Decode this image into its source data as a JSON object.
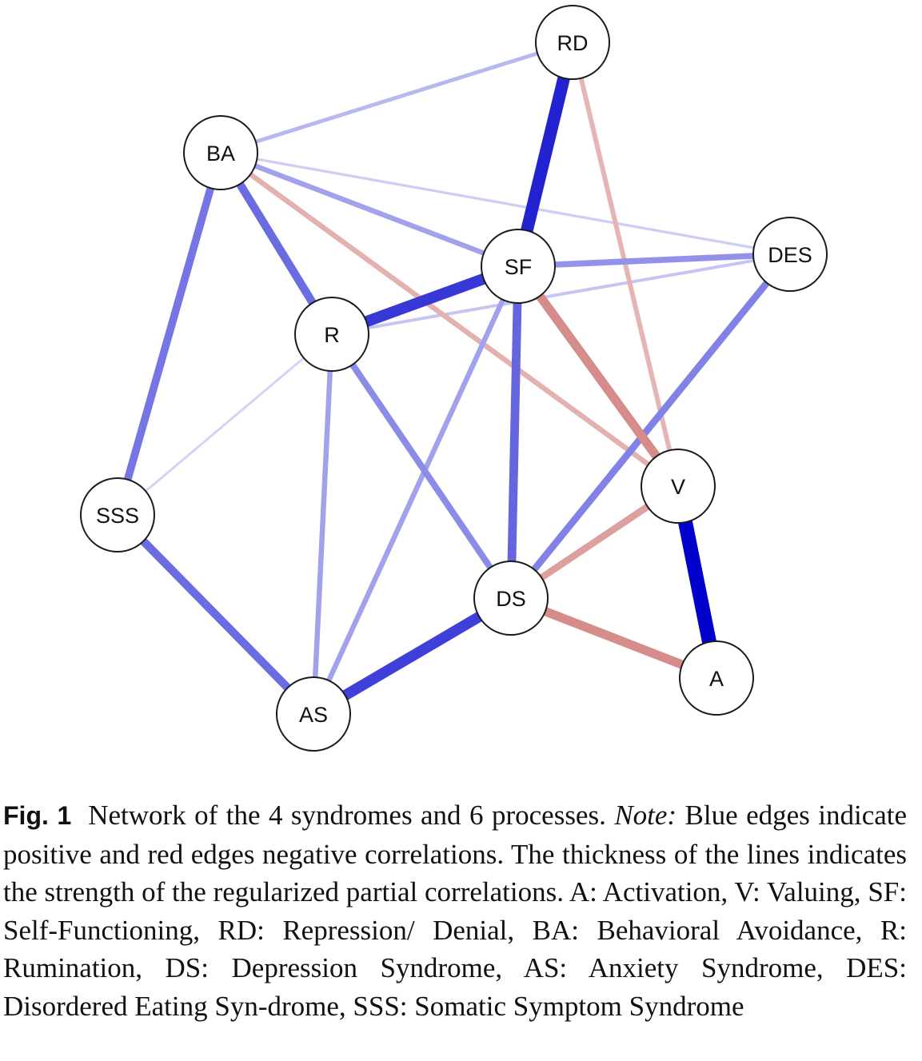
{
  "figure": {
    "fig_label": "Fig. 1",
    "caption_main": "Network of the 4 syndromes and 6 processes.",
    "note_label": "Note:",
    "caption_note": "Blue edges indicate positive and red edges negative correlations. The thickness of the lines indicates the strength of the regularized partial correlations. A: Activation, V: Valuing, SF: Self-Functioning, RD: Repression/ Denial, BA: Behavioral Avoidance, R: Rumination, DS: Depression Syndrome, AS: Anxiety Syndrome, DES: Disordered Eating Syn-drome, SSS: Somatic Symptom Syndrome"
  },
  "colors": {
    "positive": "#0000cc",
    "negative": "#c0504d"
  },
  "nodes": [
    {
      "id": "RD",
      "label": "RD"
    },
    {
      "id": "BA",
      "label": "BA"
    },
    {
      "id": "SF",
      "label": "SF"
    },
    {
      "id": "DES",
      "label": "DES"
    },
    {
      "id": "R",
      "label": "R"
    },
    {
      "id": "V",
      "label": "V"
    },
    {
      "id": "SSS",
      "label": "SSS"
    },
    {
      "id": "DS",
      "label": "DS"
    },
    {
      "id": "A",
      "label": "A"
    },
    {
      "id": "AS",
      "label": "AS"
    }
  ],
  "edges": [
    {
      "from": "BA",
      "to": "DES",
      "sign": "positive",
      "strength": 0.08
    },
    {
      "from": "R",
      "to": "SSS",
      "sign": "positive",
      "strength": 0.06
    },
    {
      "from": "R",
      "to": "DES",
      "sign": "positive",
      "strength": 0.12
    },
    {
      "from": "BA",
      "to": "RD",
      "sign": "positive",
      "strength": 0.18
    },
    {
      "from": "RD",
      "to": "V",
      "sign": "negative",
      "strength": 0.25
    },
    {
      "from": "BA",
      "to": "V",
      "sign": "negative",
      "strength": 0.28
    },
    {
      "from": "BA",
      "to": "SF",
      "sign": "positive",
      "strength": 0.28
    },
    {
      "from": "SF",
      "to": "AS",
      "sign": "positive",
      "strength": 0.28
    },
    {
      "from": "R",
      "to": "AS",
      "sign": "positive",
      "strength": 0.28
    },
    {
      "from": "SF",
      "to": "DES",
      "sign": "positive",
      "strength": 0.35
    },
    {
      "from": "R",
      "to": "DS",
      "sign": "positive",
      "strength": 0.38
    },
    {
      "from": "DES",
      "to": "DS",
      "sign": "positive",
      "strength": 0.42
    },
    {
      "from": "V",
      "to": "DS",
      "sign": "negative",
      "strength": 0.42
    },
    {
      "from": "BA",
      "to": "SSS",
      "sign": "positive",
      "strength": 0.48
    },
    {
      "from": "BA",
      "to": "R",
      "sign": "positive",
      "strength": 0.52
    },
    {
      "from": "SSS",
      "to": "AS",
      "sign": "positive",
      "strength": 0.52
    },
    {
      "from": "SF",
      "to": "DS",
      "sign": "positive",
      "strength": 0.55
    },
    {
      "from": "SF",
      "to": "V",
      "sign": "negative",
      "strength": 0.58
    },
    {
      "from": "DS",
      "to": "A",
      "sign": "negative",
      "strength": 0.58
    },
    {
      "from": "DS",
      "to": "AS",
      "sign": "positive",
      "strength": 0.72
    },
    {
      "from": "R",
      "to": "SF",
      "sign": "positive",
      "strength": 0.75
    },
    {
      "from": "RD",
      "to": "SF",
      "sign": "positive",
      "strength": 0.85
    },
    {
      "from": "V",
      "to": "A",
      "sign": "positive",
      "strength": 1.0
    }
  ]
}
